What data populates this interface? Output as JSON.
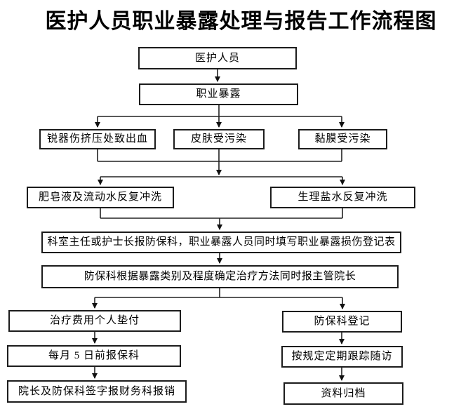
{
  "title": "医护人员职业暴露处理与报告工作流程图",
  "colors": {
    "background": "#ffffff",
    "box_border": "#1c1c1c",
    "connector_line": "#222222",
    "text": "#000000"
  },
  "flow": {
    "type": "flowchart",
    "nodes": [
      {
        "id": "staff",
        "label": "医护人员"
      },
      {
        "id": "exposure",
        "label": "职业暴露"
      },
      {
        "id": "sharp-injury",
        "label": "锐器伤挤压处致出血"
      },
      {
        "id": "skin-contamination",
        "label": "皮肤受污染"
      },
      {
        "id": "mucosa-contamination",
        "label": "黏膜受污染"
      },
      {
        "id": "soap-rinse",
        "label": "肥皂液及流动水反复冲洗"
      },
      {
        "id": "saline-rinse",
        "label": "生理盐水反复冲洗"
      },
      {
        "id": "report-registration",
        "label": "科室主任或护士长报防保科，职业暴露人员同时填写职业暴露损伤登记表"
      },
      {
        "id": "determine-treatment",
        "label": "防保科根据暴露类别及程度确定治疗方法同时报主管院长"
      },
      {
        "id": "personal-payment",
        "label": "治疗费用个人垫付"
      },
      {
        "id": "monthly-report",
        "label": "每月 5 日前报保科"
      },
      {
        "id": "reimbursement",
        "label": "院长及防保科签字报财务科报销"
      },
      {
        "id": "register",
        "label": "防保科登记"
      },
      {
        "id": "follow-up",
        "label": "按规定定期跟踪随访"
      },
      {
        "id": "archive",
        "label": "资料归档"
      }
    ],
    "edges": [
      {
        "from": "staff",
        "to": "exposure"
      },
      {
        "from": "exposure",
        "to": "sharp-injury"
      },
      {
        "from": "exposure",
        "to": "skin-contamination"
      },
      {
        "from": "exposure",
        "to": "mucosa-contamination"
      },
      {
        "from": [
          "sharp-injury",
          "skin-contamination",
          "mucosa-contamination"
        ],
        "to": [
          "soap-rinse",
          "saline-rinse"
        ]
      },
      {
        "from": [
          "soap-rinse",
          "saline-rinse"
        ],
        "to": "report-registration"
      },
      {
        "from": "report-registration",
        "to": "determine-treatment"
      },
      {
        "from": "determine-treatment",
        "to": "personal-payment"
      },
      {
        "from": "determine-treatment",
        "to": "register"
      },
      {
        "from": "personal-payment",
        "to": "monthly-report"
      },
      {
        "from": "monthly-report",
        "to": "reimbursement"
      },
      {
        "from": "register",
        "to": "follow-up"
      },
      {
        "from": "follow-up",
        "to": "archive"
      }
    ]
  }
}
